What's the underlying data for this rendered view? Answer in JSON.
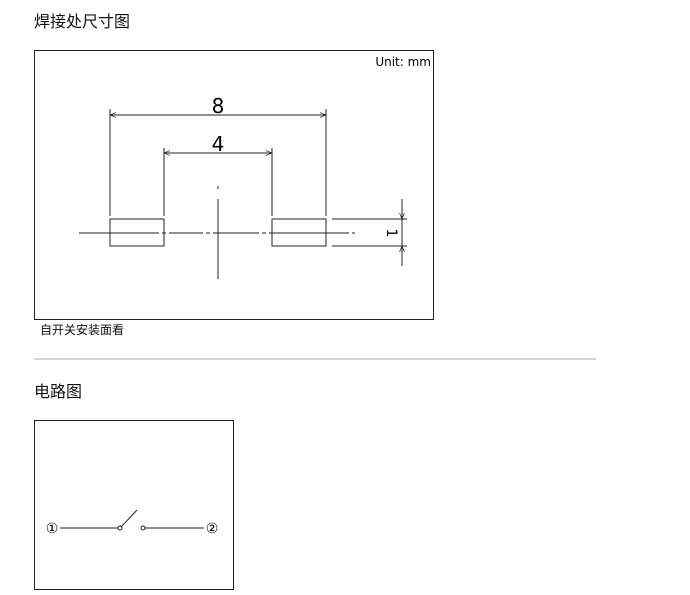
{
  "sections": {
    "solder_title": "焊接处尺寸图",
    "circuit_title": "电路图"
  },
  "dimension_drawing": {
    "unit_label": "Unit: mm",
    "dim_outer": "8",
    "dim_inner": "4",
    "dim_side": "1",
    "caption": "自开关安装面看"
  },
  "circuit": {
    "terminal_1": "①",
    "terminal_2": "②"
  }
}
